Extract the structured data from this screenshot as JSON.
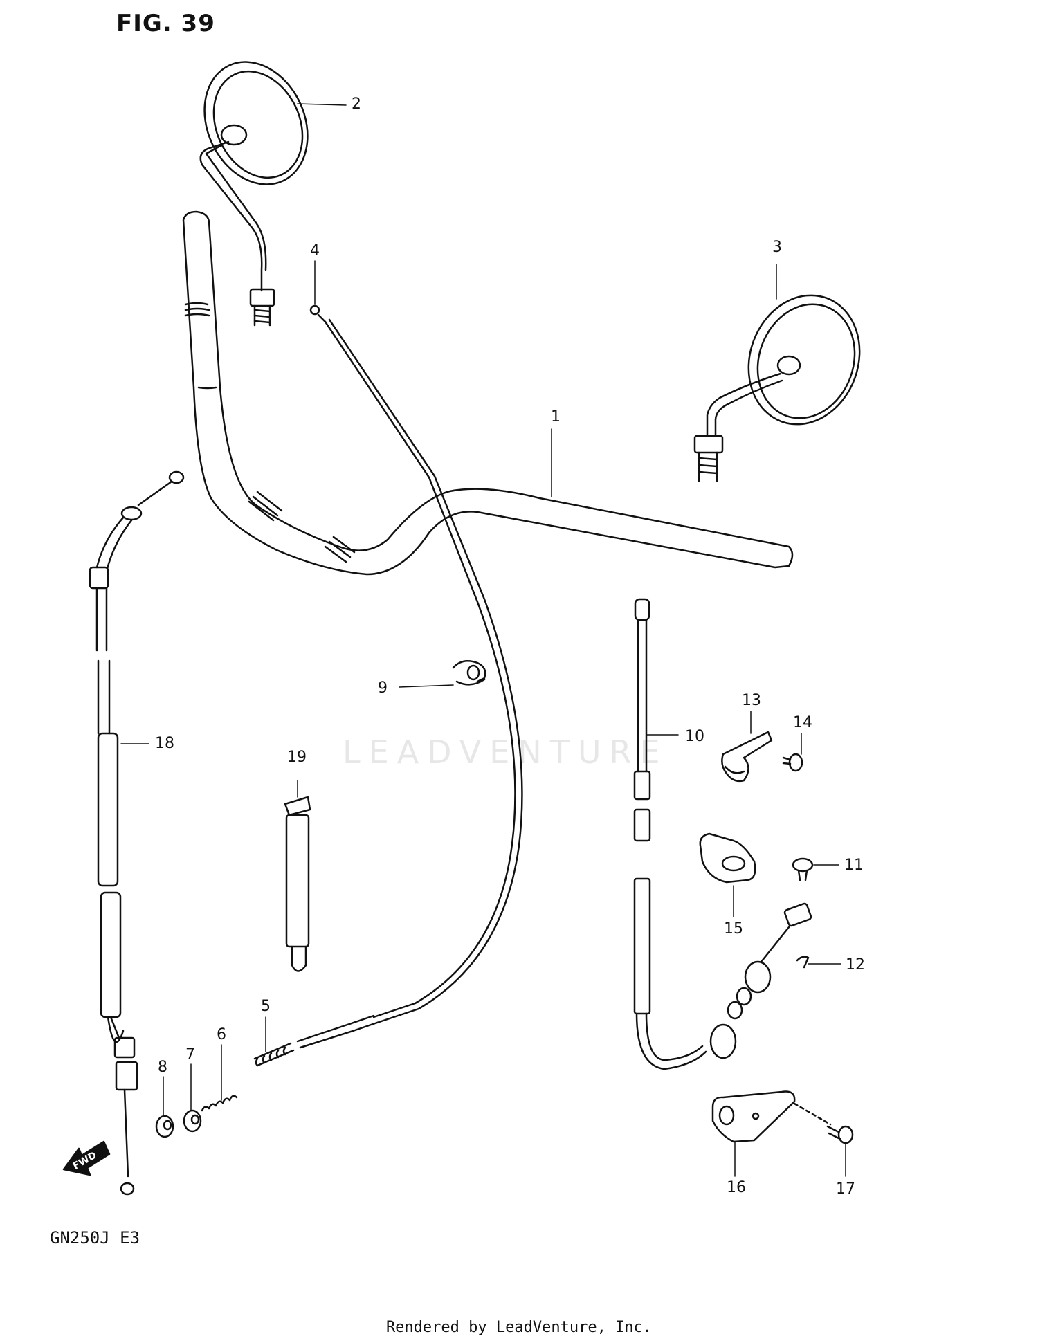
{
  "figure": {
    "title": "FIG. 39",
    "model": "GN250J E3"
  },
  "footer": "Rendered by LeadVenture, Inc.",
  "watermark": "LEADVENTURE",
  "fwd_label": "FWD",
  "callouts": [
    "1",
    "2",
    "3",
    "4",
    "5",
    "6",
    "7",
    "8",
    "9",
    "10",
    "11",
    "12",
    "13",
    "14",
    "15",
    "16",
    "17",
    "18",
    "19"
  ]
}
